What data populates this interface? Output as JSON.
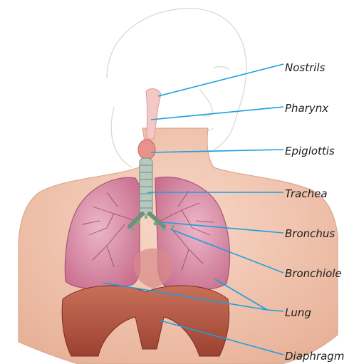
{
  "labels": {
    "nostrils": "Nostrils",
    "pharynx": "Pharynx",
    "epiglottis": "Epiglottis",
    "trachea": "Trachea",
    "bronchus": "Bronchus",
    "bronchiole": "Bronchiole",
    "lung": "Lung",
    "diaphragm": "Diaphragm"
  },
  "colors": {
    "leader_line": "#1aa0e0",
    "skin": "#f2c4ab",
    "lung": "#d98ca7",
    "diaphragm": "#b85a43",
    "trachea": "#8fb5a0"
  }
}
